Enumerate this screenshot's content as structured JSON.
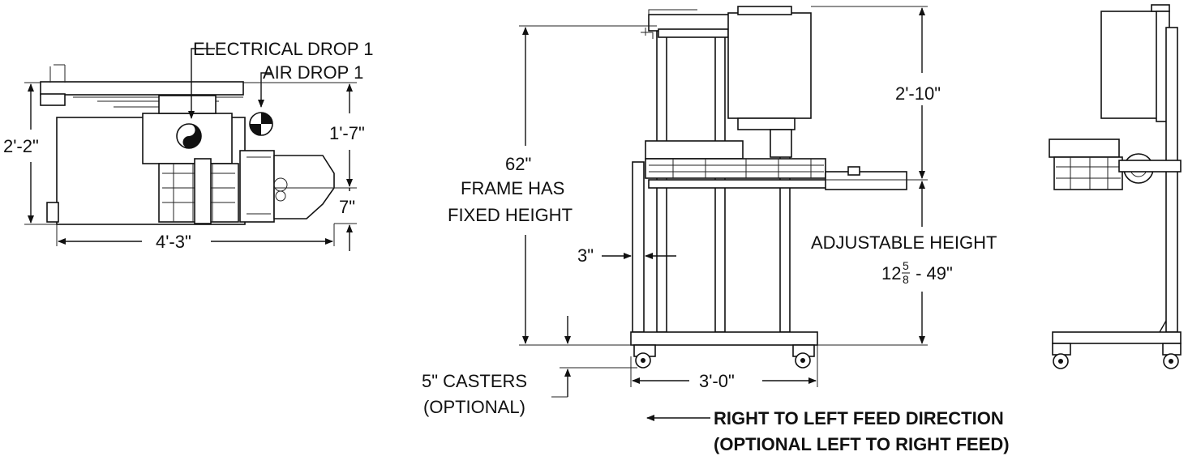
{
  "top_view": {
    "electrical_drop": "ELECTRICAL DROP 1",
    "air_drop": "AIR DROP 1",
    "height_dim": "2'-2\"",
    "length_dim": "4'-3\"",
    "dim_1": "1'-7\"",
    "dim_2": "7\""
  },
  "front_view": {
    "frame_height": "62\"",
    "frame_note_1": "FRAME HAS",
    "frame_note_2": "FIXED HEIGHT",
    "upper_dim": "2'-10\"",
    "adjustable_label": "ADJUSTABLE HEIGHT",
    "adjustable_range_whole": "12",
    "adjustable_range_num": "5",
    "adjustable_range_den": "8",
    "adjustable_range_rest": " - 49\"",
    "leg_dim": "3\"",
    "base_width": "3'-0\"",
    "casters_1": "5\" CASTERS",
    "casters_2": "(OPTIONAL)"
  },
  "feed_direction": {
    "line_1": "RIGHT TO LEFT FEED DIRECTION",
    "line_2": "(OPTIONAL LEFT TO RIGHT FEED)"
  }
}
